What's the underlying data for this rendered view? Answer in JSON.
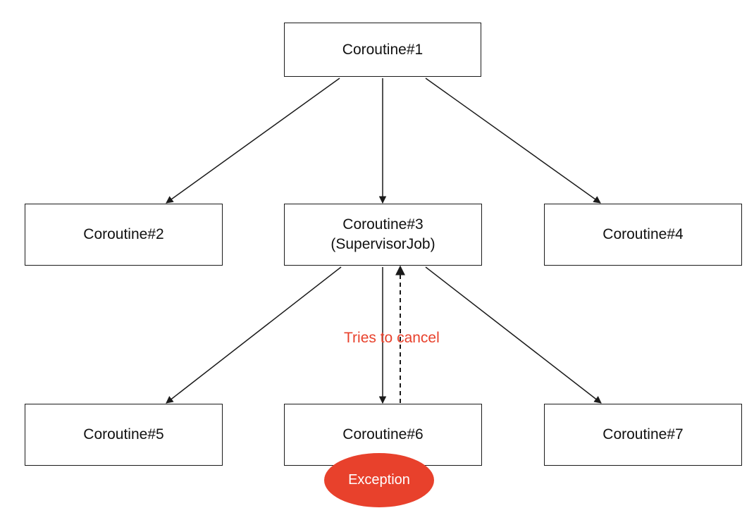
{
  "nodes": {
    "root": {
      "label": "Coroutine#1"
    },
    "child_left": {
      "label": "Coroutine#2"
    },
    "supervisor": {
      "label": "Coroutine#3",
      "sublabel": "(SupervisorJob)"
    },
    "child_right": {
      "label": "Coroutine#4"
    },
    "grandchild_left": {
      "label": "Coroutine#5"
    },
    "grandchild_mid": {
      "label": "Coroutine#6"
    },
    "grandchild_right": {
      "label": "Coroutine#7"
    }
  },
  "annotations": {
    "cancel_text": "Tries to cancel",
    "exception_text": "Exception"
  },
  "colors": {
    "highlight": "#e8412c",
    "stroke": "#1a1a1a",
    "text": "#111111",
    "background": "#ffffff"
  },
  "edges": [
    {
      "from": "Coroutine#1",
      "to": "Coroutine#2",
      "style": "solid"
    },
    {
      "from": "Coroutine#1",
      "to": "Coroutine#3",
      "style": "solid"
    },
    {
      "from": "Coroutine#1",
      "to": "Coroutine#4",
      "style": "solid"
    },
    {
      "from": "Coroutine#3",
      "to": "Coroutine#5",
      "style": "solid"
    },
    {
      "from": "Coroutine#3",
      "to": "Coroutine#6",
      "style": "solid"
    },
    {
      "from": "Coroutine#3",
      "to": "Coroutine#7",
      "style": "solid"
    },
    {
      "from": "Coroutine#6",
      "to": "Coroutine#3",
      "style": "dashed"
    }
  ]
}
